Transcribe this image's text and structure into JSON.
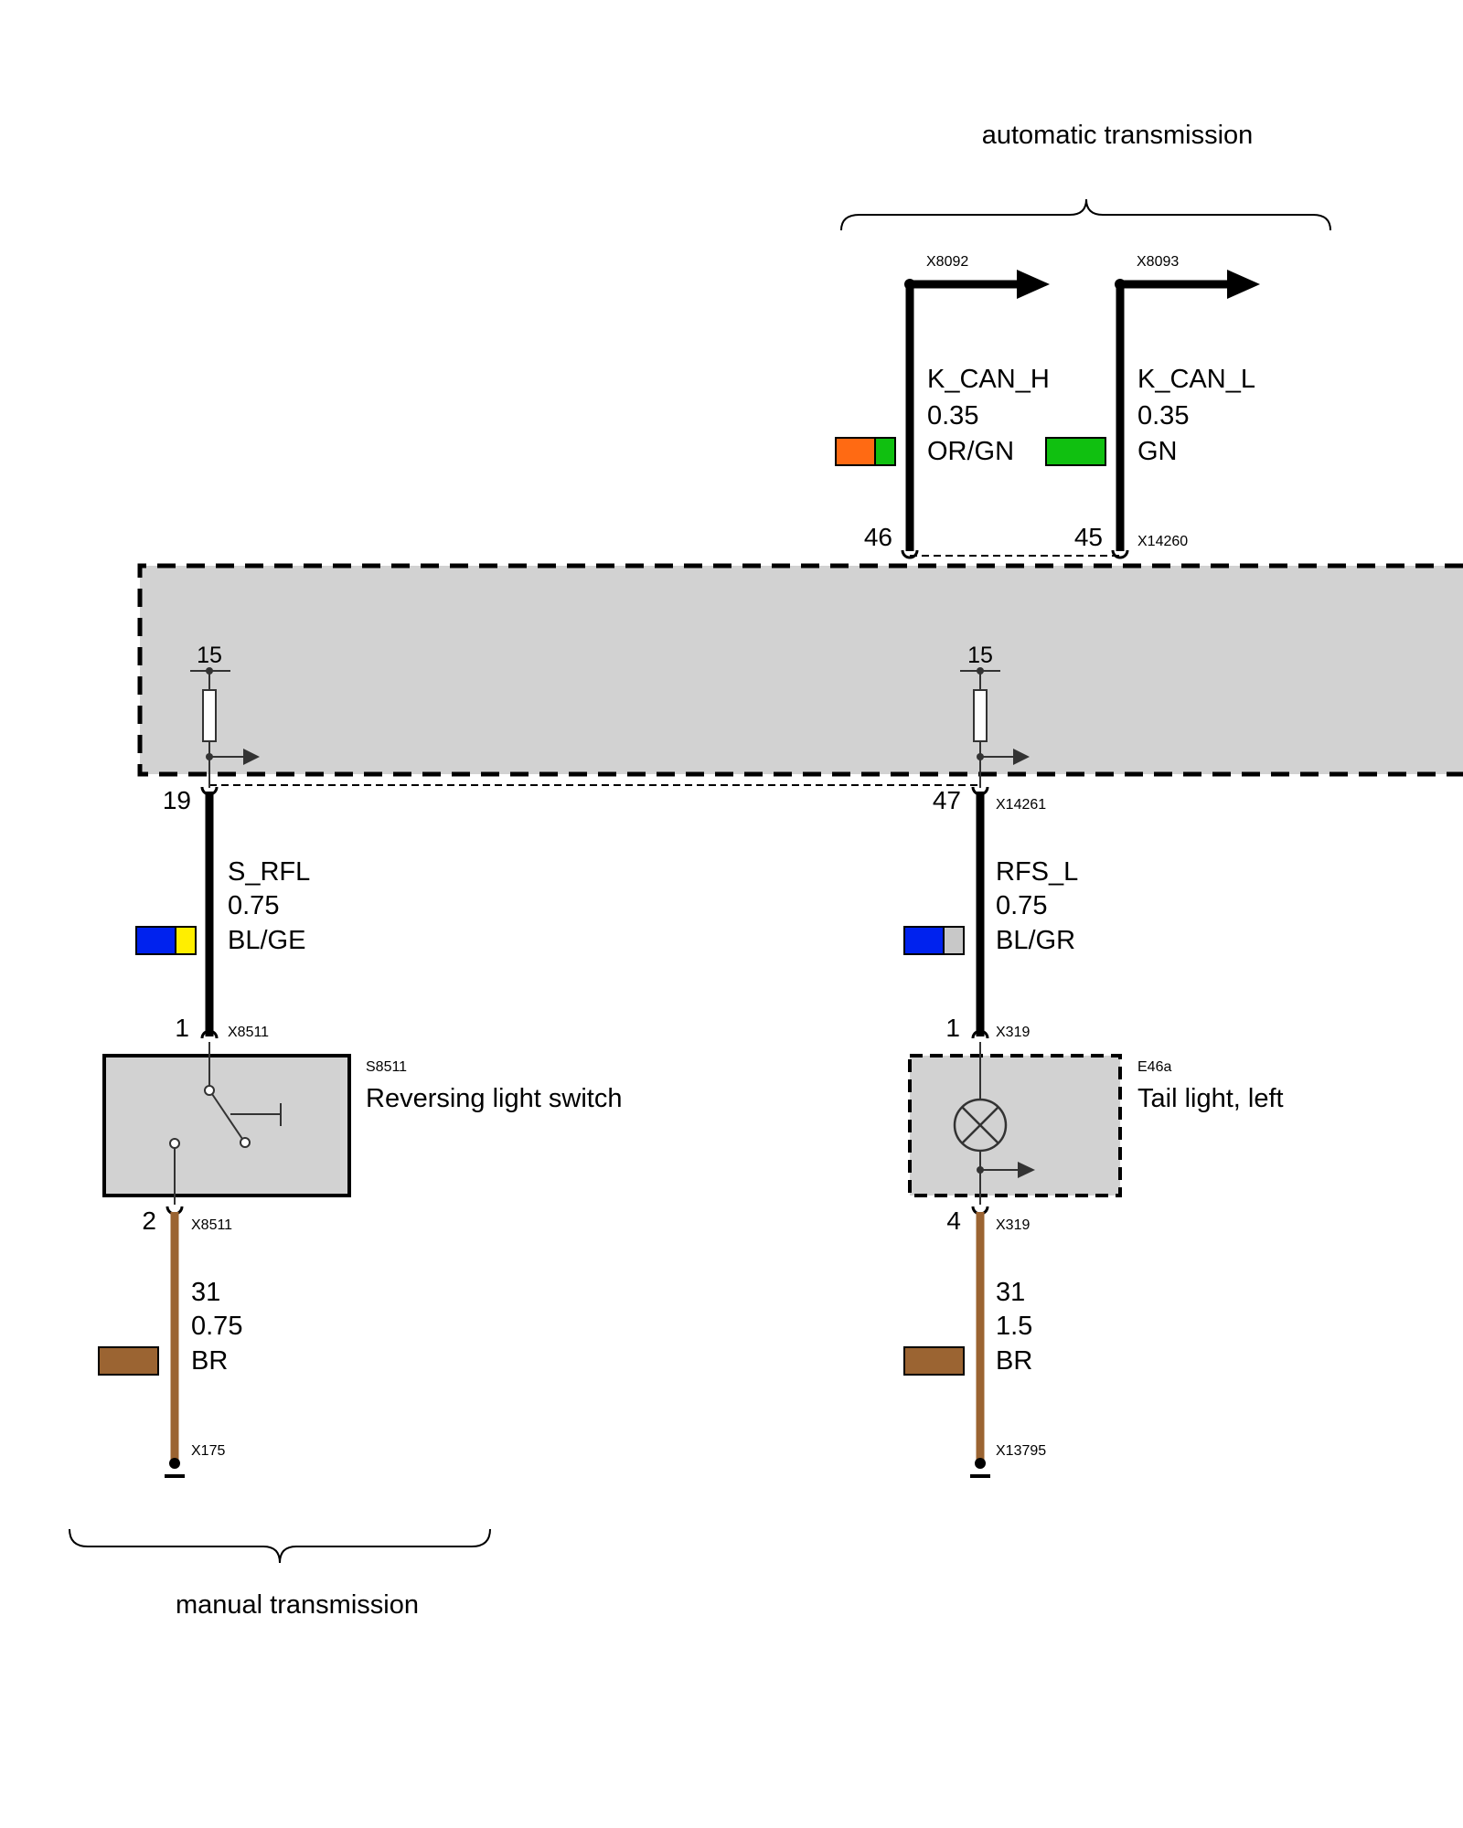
{
  "groups": {
    "automatic": "automatic transmission",
    "manual": "manual transmission"
  },
  "wires": {
    "kcanh": {
      "signal": "K_CAN_H",
      "size": "0.35",
      "color_code": "OR/GN",
      "colors": [
        "#ff6a13",
        "#10c010"
      ],
      "pin": "46",
      "connector_top": "X8092"
    },
    "kcanl": {
      "signal": "K_CAN_L",
      "size": "0.35",
      "color_code": "GN",
      "colors": [
        "#10c010"
      ],
      "pin": "45",
      "connector_top": "X8093",
      "connector_bottom": "X14260"
    },
    "srfl": {
      "signal": "S_RFL",
      "size": "0.75",
      "color_code": "BL/GE",
      "colors": [
        "#0022ee",
        "#ffee00"
      ],
      "pin_module": "19",
      "pin_device": "1",
      "connector_device": "X8511"
    },
    "rfsl": {
      "signal": "RFS_L",
      "size": "0.75",
      "color_code": "BL/GR",
      "colors": [
        "#0022ee",
        "#c8c8c8"
      ],
      "pin_module": "47",
      "connector_module": "X14261",
      "pin_device": "1",
      "connector_device": "X319"
    },
    "gnd_switch": {
      "signal": "31",
      "size": "0.75",
      "color_code": "BR",
      "colors": [
        "#9b6432"
      ],
      "pin_device": "2",
      "connector_device": "X8511",
      "ground": "X175"
    },
    "gnd_tail": {
      "signal": "31",
      "size": "1.5",
      "color_code": "BR",
      "colors": [
        "#9b6432"
      ],
      "pin_device": "4",
      "connector_device": "X319",
      "ground": "X13795"
    }
  },
  "module": {
    "supply_left": "15",
    "supply_right": "15"
  },
  "components": {
    "switch": {
      "id": "S8511",
      "name": "Reversing light switch"
    },
    "taillight": {
      "id": "E46a",
      "name": "Tail light, left"
    }
  }
}
